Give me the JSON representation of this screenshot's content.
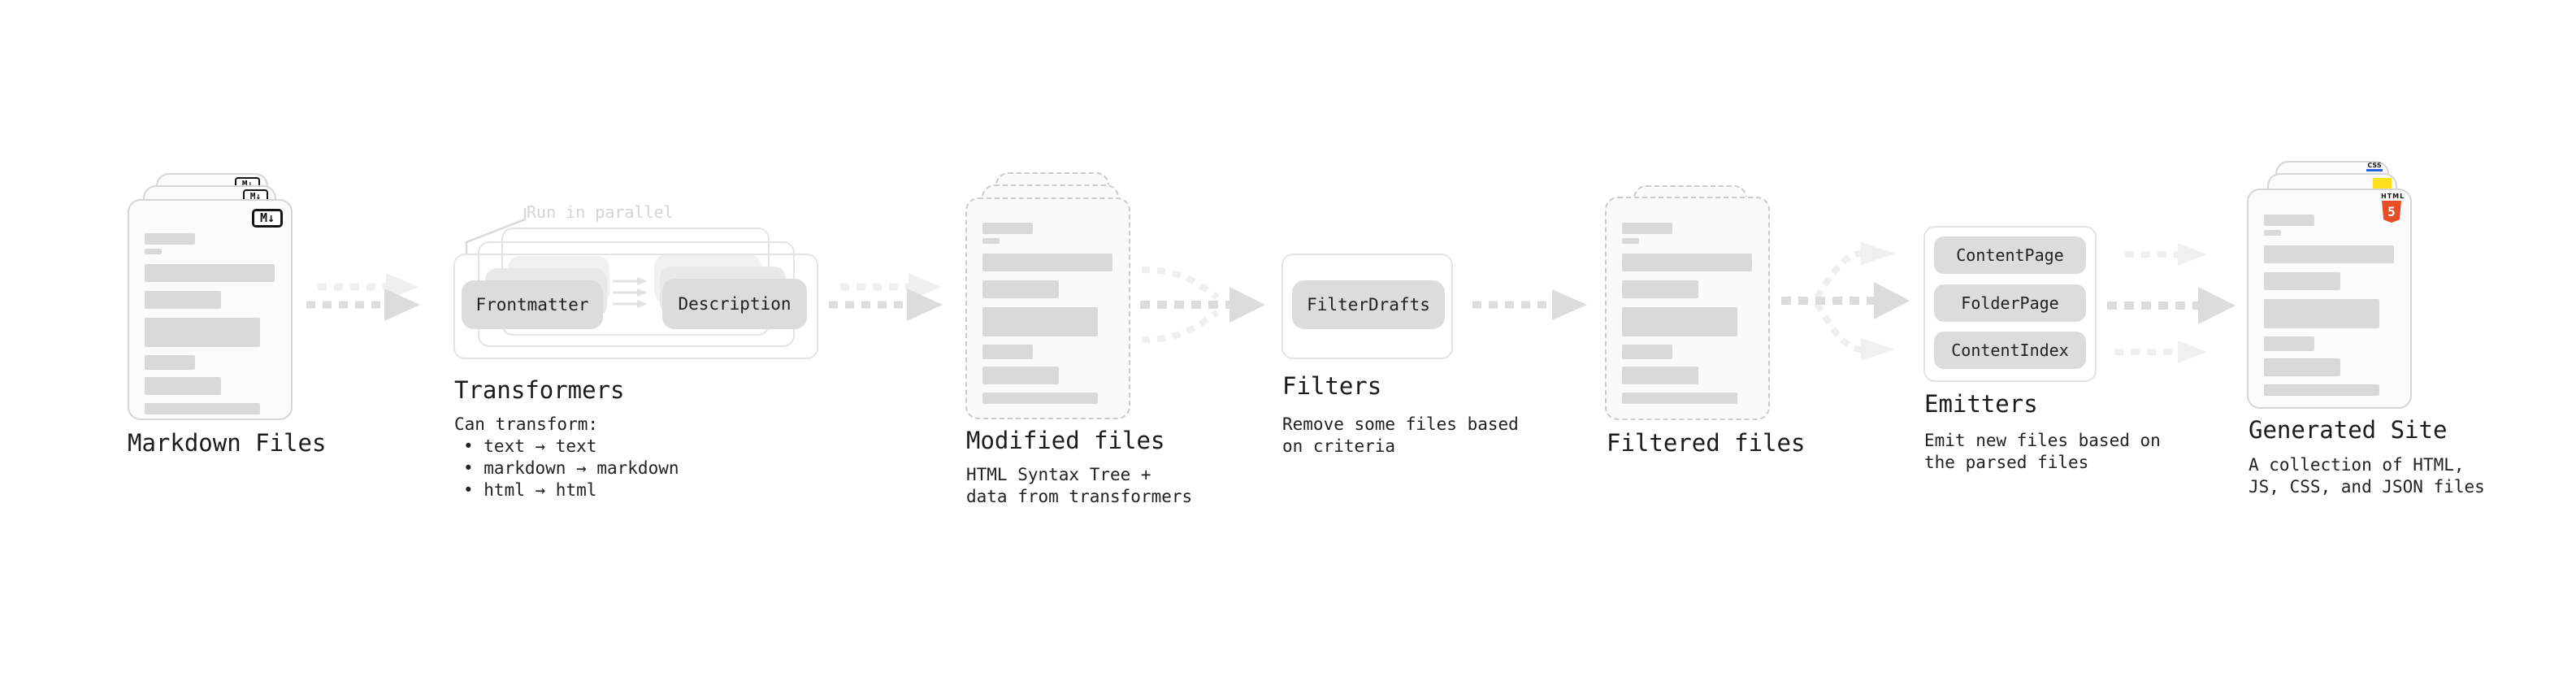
{
  "stages": {
    "markdown_files": {
      "title": "Markdown Files",
      "badge": "M↓"
    },
    "transformers": {
      "title": "Transformers",
      "annotation": "Run in parallel",
      "pill_left": "Frontmatter",
      "pill_right": "Description",
      "note_heading": "Can transform:",
      "bullets": [
        "• text → text",
        "• markdown → markdown",
        "• html → html"
      ]
    },
    "modified_files": {
      "title": "Modified files",
      "note_line1": "HTML Syntax Tree +",
      "note_line2": "data from transformers"
    },
    "filters": {
      "title": "Filters",
      "pill": "FilterDrafts",
      "note_line1": "Remove some files based",
      "note_line2": "on criteria"
    },
    "filtered_files": {
      "title": "Filtered files"
    },
    "emitters": {
      "title": "Emitters",
      "pills": [
        "ContentPage",
        "FolderPage",
        "ContentIndex"
      ],
      "note_line1": "Emit new files based on",
      "note_line2": "the parsed files"
    },
    "generated_site": {
      "title": "Generated Site",
      "note_line1": "A collection of HTML,",
      "note_line2": "JS, CSS, and JSON files",
      "html5_badge_label": "HTML",
      "html5_badge_number": "5",
      "css_badge_label": "CSS"
    }
  },
  "colors": {
    "card_border": "#d6d6d6",
    "dashed_border": "#cbcbcb",
    "bar_fill": "#d9d9d9",
    "pill_fill": "#dcdcdc",
    "arrow_dark": "#dcdcdc",
    "arrow_light": "#efefef",
    "html5_orange": "#e44d26",
    "js_yellow": "#ffe01a",
    "css_blue": "#2862e9"
  }
}
